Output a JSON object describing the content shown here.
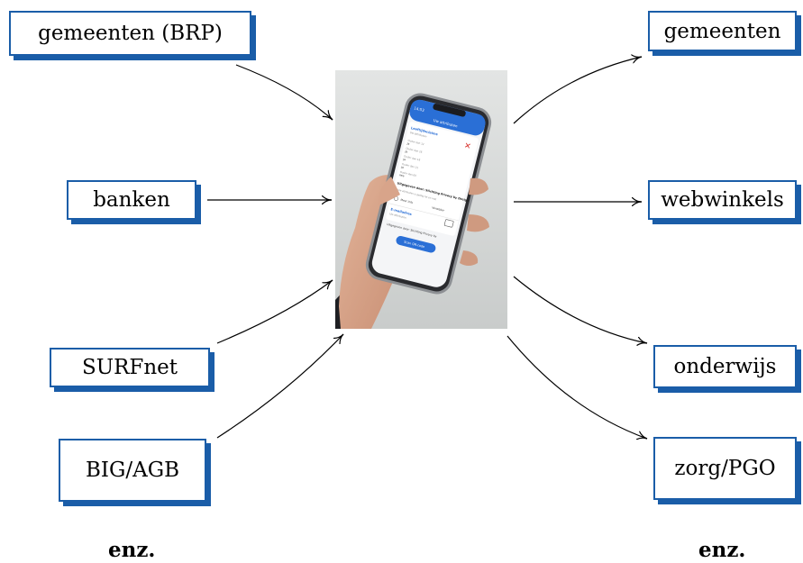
{
  "sources": [
    {
      "label": "gemeenten (BRP)"
    },
    {
      "label": "banken"
    },
    {
      "label": "SURFnet"
    },
    {
      "label": "BIG/AGB"
    }
  ],
  "targets": [
    {
      "label": "gemeenten"
    },
    {
      "label": "webwinkels"
    },
    {
      "label": "onderwijs"
    },
    {
      "label": "zorg/PGO"
    }
  ],
  "etc_left": "enz.",
  "etc_right": "enz.",
  "phone": {
    "status_time": "14:53",
    "header": "Uw attributen",
    "card1_title": "Leeftijdsclaims",
    "card1_sub": "Uw attributen",
    "rows": [
      {
        "k": "Ouder dan 12",
        "v": "ja"
      },
      {
        "k": "Ouder dan 16",
        "v": "ja"
      },
      {
        "k": "Ouder dan 18",
        "v": "ja"
      },
      {
        "k": "Ouder dan 21",
        "v": "ja"
      },
      {
        "k": "Ouder dan 65",
        "v": "nee"
      }
    ],
    "issuer": "Uitgegeven door: Stichting Privacy by Design",
    "validity": "Deze attributen is geldig tot en met",
    "more_info": "Meer info",
    "remove": "Verwijder",
    "card2_title": "E-mailadres",
    "card2_sub": "Uw attributen",
    "card2_issuer": "Uitgegeven door: Stichting Privacy by",
    "scan_button": "Scan QR-code"
  },
  "colors": {
    "box_border": "#1a5da8",
    "arrow": "#000000",
    "app_blue": "#2a6fd6",
    "app_red": "#d8322c"
  }
}
